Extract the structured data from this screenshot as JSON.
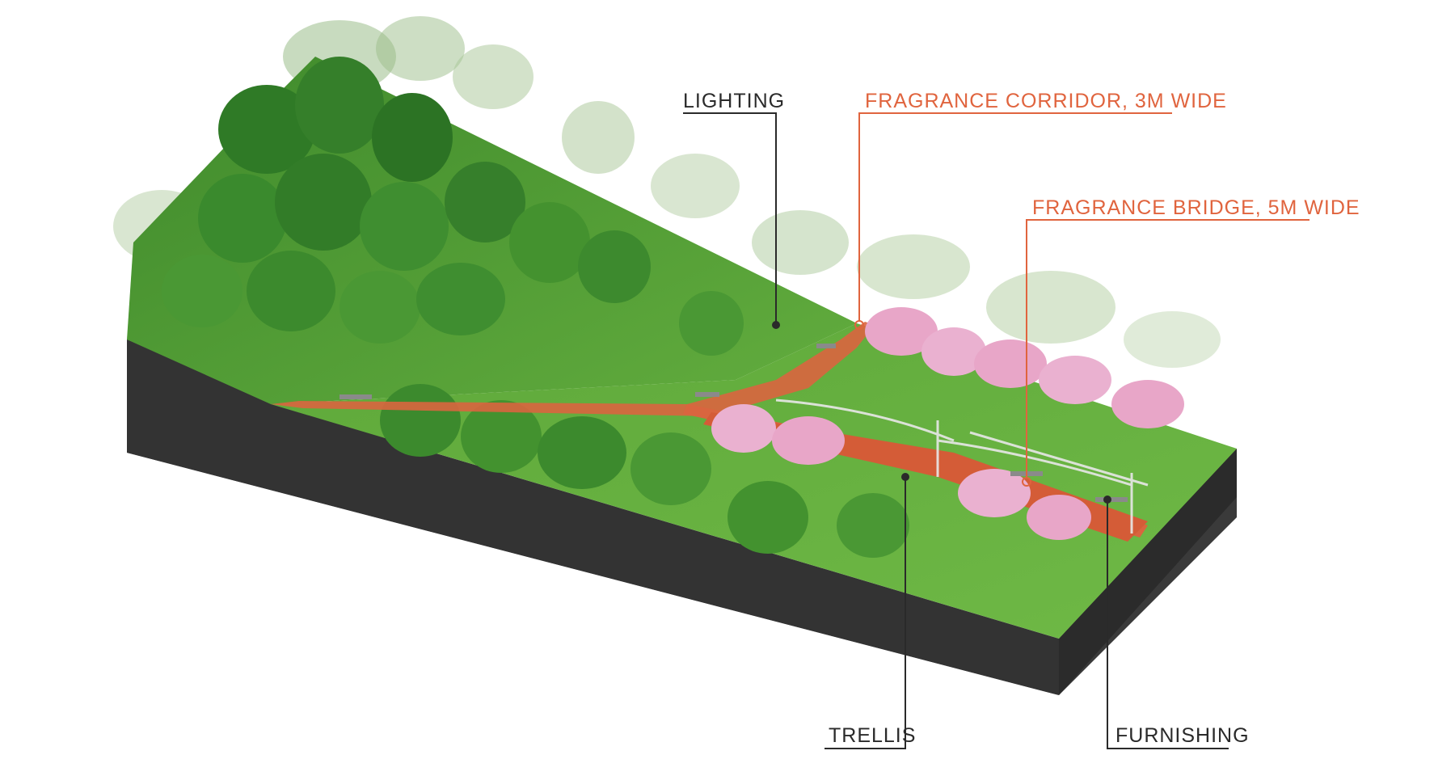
{
  "labels": {
    "lighting": "LIGHTING",
    "fragrance_corridor": "FRAGRANCE CORRIDOR, 3M WIDE",
    "fragrance_bridge": "FRAGRANCE BRIDGE, 5M WIDE",
    "trellis": "TRELLIS",
    "furnishing": "FURNISHING"
  },
  "colors": {
    "accent": "#e0643e",
    "label_dark": "#2a2a2a",
    "grass": "#5aa43a",
    "soil_section": "#3a3a3a",
    "path": "#d9653f",
    "blossom": "#e8a6c8"
  }
}
